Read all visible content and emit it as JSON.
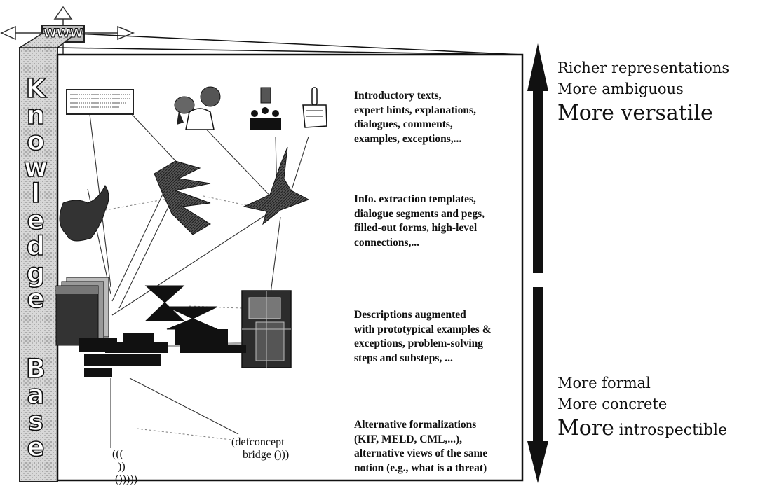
{
  "icon_label": "WWW",
  "side_label_words": [
    "Knowledge",
    "Base"
  ],
  "layers": [
    {
      "text": "Introductory texts,\nexpert hints, explanations,\ndialogues, comments,\nexamples, exceptions,..."
    },
    {
      "text": "Info. extraction templates,\ndialogue segments and pegs,\nfilled-out forms, high-level\nconnections,..."
    },
    {
      "text": "Descriptions augmented\nwith prototypical examples &\nexceptions,  problem-solving\nsteps and substeps, ..."
    },
    {
      "text": "Alternative formalizations\n(KIF, MELD, CML,...),\nalternative views  of the same\nnotion (e.g., what is a threat)"
    }
  ],
  "axis_up": {
    "line1": "Richer representations",
    "line2": "More ambiguous",
    "line3": "More versatile"
  },
  "axis_down": {
    "line1": "More formal",
    "line2": "More concrete",
    "line3_big": "More",
    "line3_rest": "introspectible"
  },
  "code_left": "(((\n  ))\n ()))))",
  "code_right": "(defconcept\n    bridge ()))"
}
